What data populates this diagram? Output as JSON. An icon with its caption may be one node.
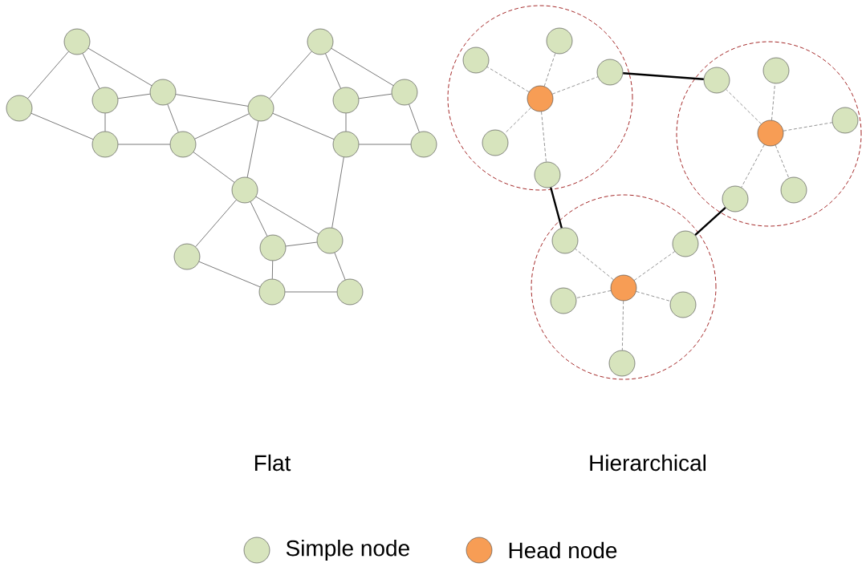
{
  "diagram": {
    "nodes": [
      {
        "text": [],
        "shape": "circle"
      },
      {
        "text": [],
        "shape": "circle"
      },
      {
        "text": [],
        "shape": "circle"
      },
      {
        "text": [],
        "shape": "circle"
      },
      {
        "text": [],
        "shape": "circle"
      },
      {
        "text": [],
        "shape": "circle"
      },
      {
        "text": [],
        "shape": "circle"
      },
      {
        "text": [],
        "shape": "circle"
      },
      {
        "text": [],
        "shape": "circle"
      },
      {
        "text": [],
        "shape": "circle"
      },
      {
        "text": [],
        "shape": "circle"
      },
      {
        "text": [],
        "shape": "circle"
      },
      {
        "text": [],
        "shape": "circle"
      },
      {
        "text": [],
        "shape": "circle"
      },
      {
        "text": [],
        "shape": "circle"
      },
      {
        "text": [],
        "shape": "circle"
      },
      {
        "text": [],
        "shape": "circle"
      },
      {
        "text": [],
        "shape": "circle"
      },
      {
        "text": [],
        "shape": "circle"
      },
      {
        "text": [],
        "shape": "circle",
        "in": 18
      },
      {
        "text": [],
        "shape": "circle",
        "in": 18
      },
      {
        "text": [],
        "shape": "circle",
        "in": 18
      },
      {
        "text": [],
        "shape": "circle",
        "in": 18
      },
      {
        "text": [],
        "shape": "circle",
        "in": 18
      },
      {
        "text": [],
        "shape": "circle",
        "in": 18
      },
      {
        "text": [],
        "shape": "circle"
      },
      {
        "text": [],
        "shape": "circle",
        "in": 25
      },
      {
        "text": [],
        "shape": "circle",
        "in": 25
      },
      {
        "text": [],
        "shape": "circle",
        "in": 25
      },
      {
        "text": [],
        "shape": "circle",
        "in": 25
      },
      {
        "text": [],
        "shape": "circle",
        "in": 25
      },
      {
        "text": [],
        "shape": "circle",
        "in": 25
      },
      {
        "text": [],
        "shape": "circle"
      },
      {
        "text": [],
        "shape": "circle",
        "in": 32
      },
      {
        "text": [],
        "shape": "circle",
        "in": 32
      },
      {
        "text": [],
        "shape": "circle",
        "in": 32
      },
      {
        "text": [],
        "shape": "circle",
        "in": 32
      },
      {
        "text": [],
        "shape": "circle",
        "in": 32
      },
      {
        "text": [],
        "shape": "circle",
        "in": 32
      }
    ],
    "edges": [
      {
        "from": 0,
        "to": 1,
        "arrow": "none"
      },
      {
        "from": 0,
        "to": 2,
        "arrow": "none"
      },
      {
        "from": 0,
        "to": 3,
        "arrow": "none"
      },
      {
        "from": 2,
        "to": 3,
        "arrow": "none"
      },
      {
        "from": 2,
        "to": 4,
        "arrow": "none"
      },
      {
        "from": 1,
        "to": 4,
        "arrow": "none"
      },
      {
        "from": 4,
        "to": 5,
        "arrow": "none"
      },
      {
        "from": 3,
        "to": 5,
        "arrow": "none"
      },
      {
        "from": 3,
        "to": 6,
        "arrow": "none"
      },
      {
        "from": 5,
        "to": 6,
        "arrow": "none"
      },
      {
        "from": 5,
        "to": 12,
        "arrow": "none"
      },
      {
        "from": 6,
        "to": 12,
        "arrow": "none"
      },
      {
        "from": 6,
        "to": 7,
        "arrow": "none"
      },
      {
        "from": 6,
        "to": 10,
        "arrow": "none"
      },
      {
        "from": 7,
        "to": 8,
        "arrow": "none"
      },
      {
        "from": 7,
        "to": 9,
        "arrow": "none"
      },
      {
        "from": 8,
        "to": 9,
        "arrow": "none"
      },
      {
        "from": 8,
        "to": 10,
        "arrow": "none"
      },
      {
        "from": 9,
        "to": 11,
        "arrow": "none"
      },
      {
        "from": 10,
        "to": 11,
        "arrow": "none"
      },
      {
        "from": 10,
        "to": 15,
        "arrow": "none"
      },
      {
        "from": 12,
        "to": 13,
        "arrow": "none"
      },
      {
        "from": 12,
        "to": 14,
        "arrow": "none"
      },
      {
        "from": 12,
        "to": 15,
        "arrow": "none"
      },
      {
        "from": 14,
        "to": 15,
        "arrow": "none"
      },
      {
        "from": 14,
        "to": 16,
        "arrow": "none"
      },
      {
        "from": 13,
        "to": 16,
        "arrow": "none"
      },
      {
        "from": 16,
        "to": 17,
        "arrow": "none"
      },
      {
        "from": 15,
        "to": 17,
        "arrow": "none"
      },
      {
        "from": 19,
        "to": 20,
        "arrow": "none",
        "style": "dashed"
      },
      {
        "from": 19,
        "to": 21,
        "arrow": "none",
        "style": "dashed"
      },
      {
        "from": 19,
        "to": 22,
        "arrow": "none",
        "style": "dashed"
      },
      {
        "from": 19,
        "to": 23,
        "arrow": "none",
        "style": "dashed"
      },
      {
        "from": 19,
        "to": 24,
        "arrow": "none",
        "style": "dashed"
      },
      {
        "from": 26,
        "to": 27,
        "arrow": "none",
        "style": "dashed"
      },
      {
        "from": 26,
        "to": 28,
        "arrow": "none",
        "style": "dashed"
      },
      {
        "from": 26,
        "to": 29,
        "arrow": "none",
        "style": "dashed"
      },
      {
        "from": 26,
        "to": 30,
        "arrow": "none",
        "style": "dashed"
      },
      {
        "from": 26,
        "to": 31,
        "arrow": "none",
        "style": "dashed"
      },
      {
        "from": 33,
        "to": 34,
        "arrow": "none",
        "style": "dashed"
      },
      {
        "from": 33,
        "to": 35,
        "arrow": "none",
        "style": "dashed"
      },
      {
        "from": 33,
        "to": 36,
        "arrow": "none",
        "style": "dashed"
      },
      {
        "from": 33,
        "to": 37,
        "arrow": "none",
        "style": "dashed"
      },
      {
        "from": 33,
        "to": 38,
        "arrow": "none",
        "style": "dashed"
      },
      {
        "from": 22,
        "to": 27,
        "arrow": "none",
        "style": "thick"
      },
      {
        "from": 24,
        "to": 34,
        "arrow": "none",
        "style": "thick"
      },
      {
        "from": 31,
        "to": 35,
        "arrow": "none",
        "style": "thick"
      }
    ],
    "labels": [
      "Flat",
      "Hierarchical"
    ],
    "legend": [
      {
        "text": "Simple node",
        "color": "#d7e4bd"
      },
      {
        "text": "Head node",
        "color": "#f79d55"
      }
    ]
  }
}
